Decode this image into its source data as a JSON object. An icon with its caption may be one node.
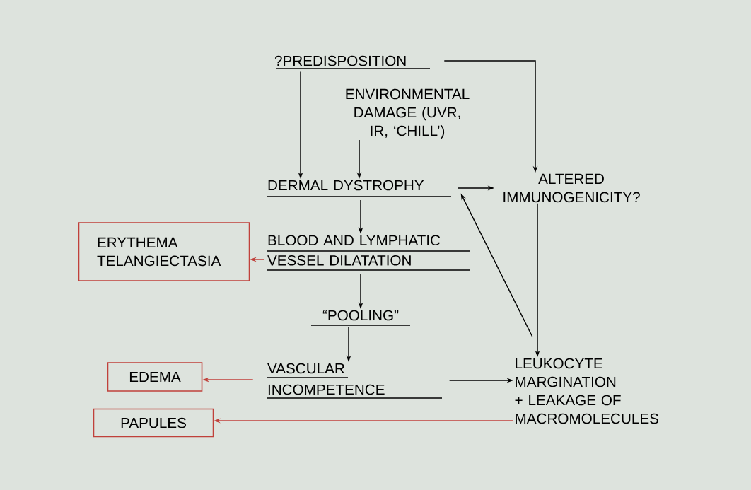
{
  "diagram": {
    "nodes": [
      {
        "text": [
          "?PREDISPOSITION"
        ]
      },
      {
        "text": [
          "ENVIRONMENTAL DAMAGE (UVR, IR, ‘CHILL’)"
        ]
      },
      {
        "text": [
          "DERMAL DYSTROPHY"
        ]
      },
      {
        "text": [
          "ALTERED IMMUNOGENICITY?"
        ]
      },
      {
        "text": [
          "ERYTHEMA TELANGIECTASIA"
        ]
      },
      {
        "text": [
          "BLOOD AND LYMPHATIC VESSEL DILATATION"
        ]
      },
      {
        "text": [
          "“POOLING”"
        ]
      },
      {
        "text": [
          "EDEMA"
        ]
      },
      {
        "text": [
          "VASCULAR INCOMPETENCE"
        ]
      },
      {
        "text": [
          "LEUKOCYTE MARGINATION + LEAKAGE OF MACROMOLECULES"
        ]
      },
      {
        "text": [
          "PAPULES"
        ]
      }
    ],
    "edges": [
      {
        "from": 0,
        "to": 2,
        "arrow": "to"
      },
      {
        "from": 0,
        "to": 3,
        "arrow": "to"
      },
      {
        "from": 1,
        "to": 2,
        "arrow": "to"
      },
      {
        "from": 2,
        "to": 3,
        "arrow": "to"
      },
      {
        "from": 2,
        "to": 5,
        "arrow": "to"
      },
      {
        "from": 5,
        "to": 4,
        "arrow": "to",
        "color": "#c0413b"
      },
      {
        "from": 5,
        "to": 6,
        "arrow": "to"
      },
      {
        "from": 6,
        "to": 8,
        "arrow": "to"
      },
      {
        "from": 8,
        "to": 7,
        "arrow": "to",
        "color": "#c0413b"
      },
      {
        "from": 8,
        "to": 9,
        "arrow": "to"
      },
      {
        "from": 3,
        "to": 9,
        "arrow": "to"
      },
      {
        "from": 9,
        "to": 2,
        "arrow": "to"
      },
      {
        "from": 9,
        "to": 10,
        "arrow": "to",
        "color": "#c0413b"
      }
    ]
  }
}
